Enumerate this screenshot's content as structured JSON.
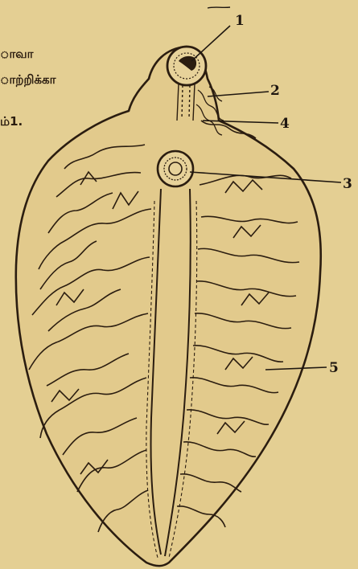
{
  "text_fragments": [
    "ாவா",
    "ாற்றிக்கா",
    "ம்1."
  ],
  "labels": {
    "one": "1",
    "two": "2",
    "three": "3",
    "four": "4",
    "five": "5"
  },
  "colors": {
    "paper": "#e9d49a",
    "ink": "#2b1d10"
  }
}
